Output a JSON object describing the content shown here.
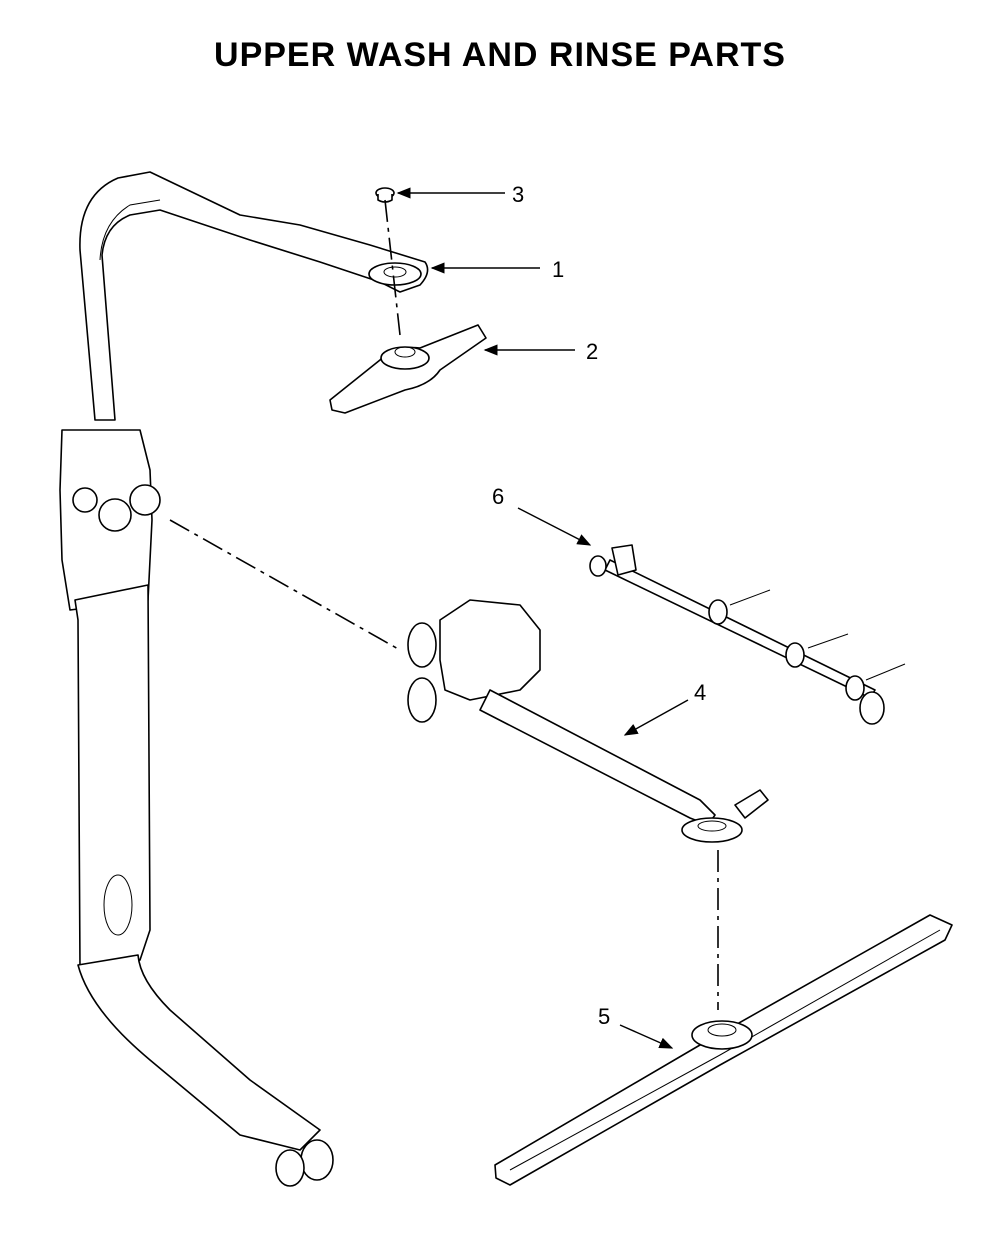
{
  "title": "UPPER WASH AND RINSE PARTS",
  "callouts": [
    "1",
    "2",
    "3",
    "4",
    "5",
    "6"
  ]
}
